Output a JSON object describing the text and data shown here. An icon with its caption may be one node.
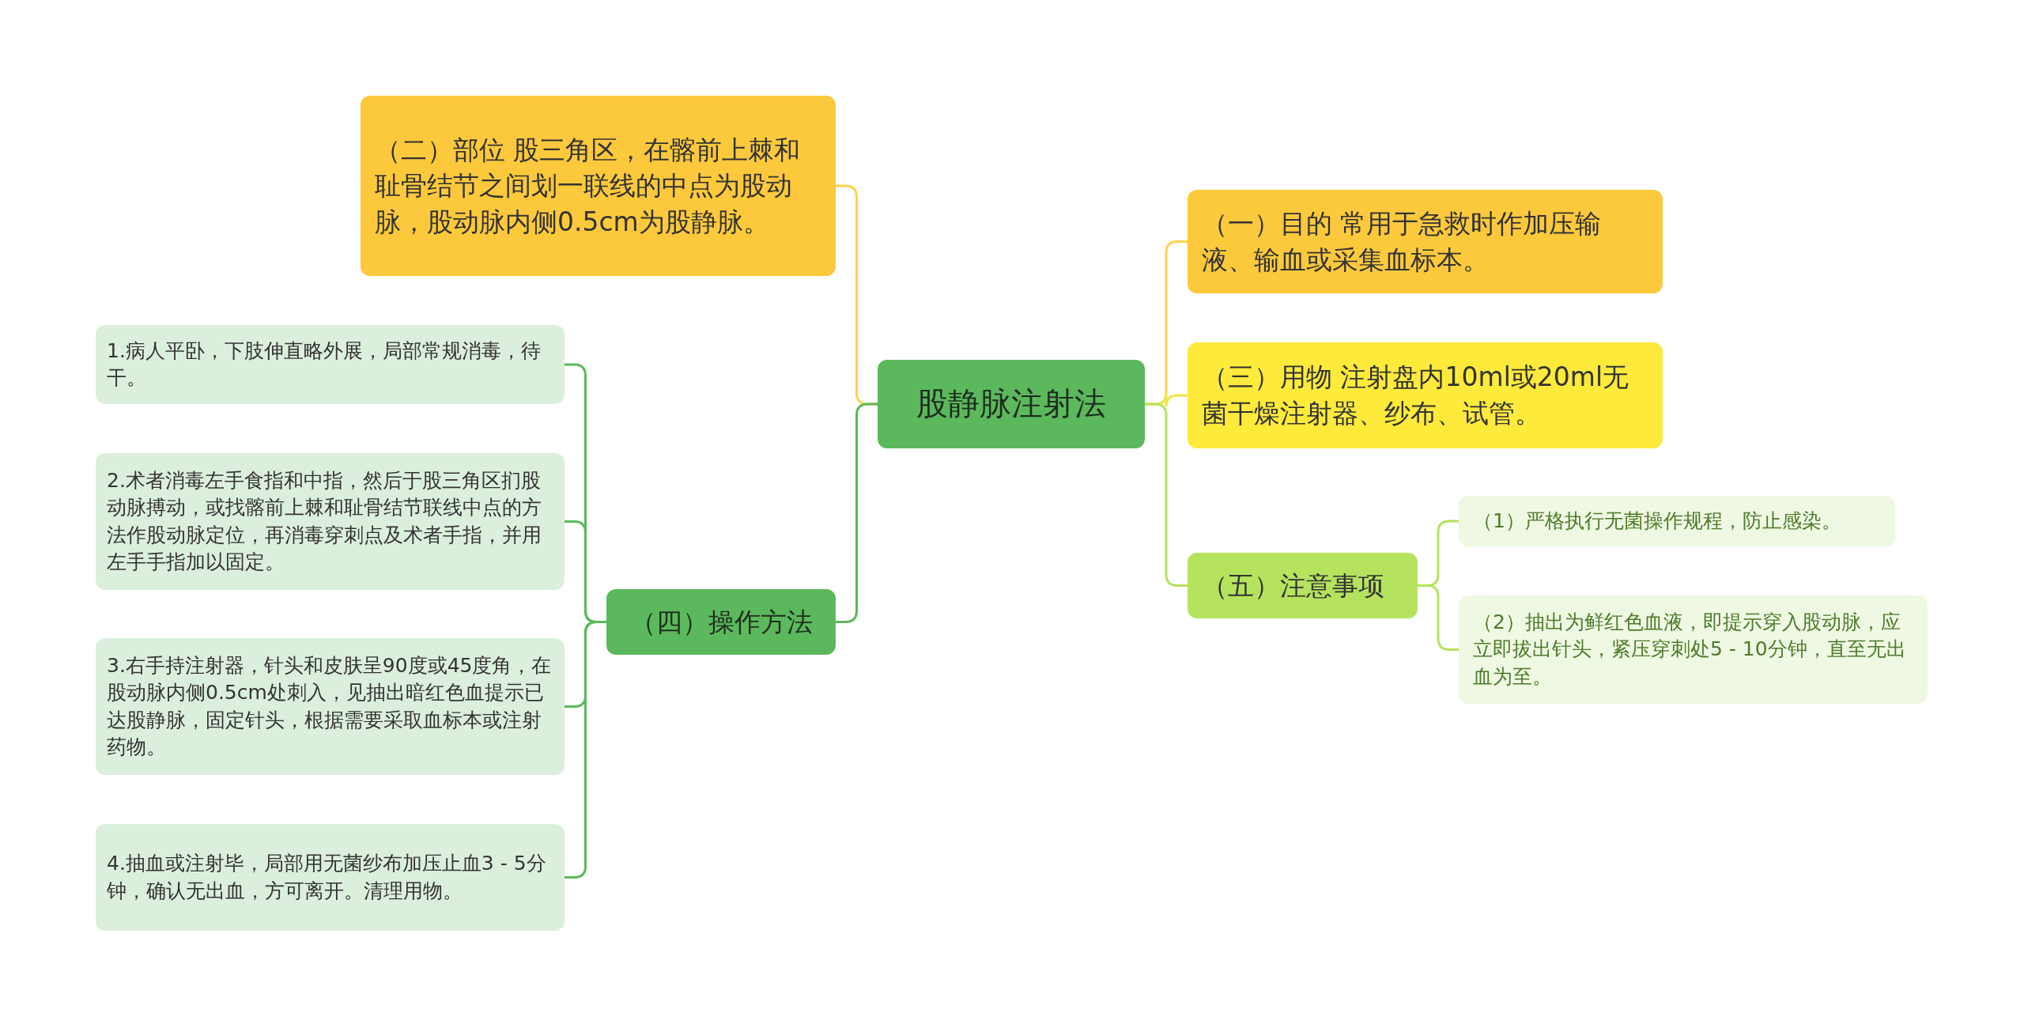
{
  "diagram": {
    "nodes": [
      {
        "text": [
          "股静脉注射法"
        ]
      },
      {
        "text": [
          "（二）部位 股三角区，在髂前上棘和耻骨结节之间划一联线的中点为股动脉，股动脉内侧0.5cm为股静脉。"
        ]
      },
      {
        "text": [
          "（四）操作方法"
        ]
      },
      {
        "text": [
          "1.病人平卧，下肢伸直略外展，局部常规消毒，待干。"
        ]
      },
      {
        "text": [
          "2.术者消毒左手食指和中指，然后于股三角区扪股动脉搏动，或找髂前上棘和耻骨结节联线中点的方法作股动脉定位，再消毒穿刺点及术者手指，并用左手手指加以固定。"
        ]
      },
      {
        "text": [
          "3.右手持注射器，针头和皮肤呈90度或45度角，在股动脉内侧0.5cm处刺入，见抽出暗红色血提示已达股静脉，固定针头，根据需要采取血标本或注射药物。"
        ]
      },
      {
        "text": [
          "4.抽血或注射毕，局部用无菌纱布加压止血3 - 5分钟，确认无出血，方可离开。清理用物。"
        ]
      },
      {
        "text": [
          "（一）目的 常用于急救时作加压输液、输血或采集血标本。"
        ]
      },
      {
        "text": [
          "（三）用物 注射盘内10ml或20ml无菌干燥注射器、纱布、试管。"
        ]
      },
      {
        "text": [
          "（五）注意事项"
        ]
      },
      {
        "text": [
          "（1）严格执行无菌操作规程，防止感染。"
        ]
      },
      {
        "text": [
          "（2）抽出为鲜红色血液，即提示穿入股动脉，应立即拔出针头，紧压穿刺处5 - 10分钟，直至无出血为至。"
        ]
      }
    ],
    "edges": [
      {
        "from": 0,
        "to": 1,
        "arrow": "none",
        "color": "#fcd34d"
      },
      {
        "from": 0,
        "to": 2,
        "arrow": "none",
        "color": "#5cb85c"
      },
      {
        "from": 2,
        "to": 3,
        "arrow": "none",
        "color": "#5cb85c"
      },
      {
        "from": 2,
        "to": 4,
        "arrow": "none",
        "color": "#5cb85c"
      },
      {
        "from": 2,
        "to": 5,
        "arrow": "none",
        "color": "#5cb85c"
      },
      {
        "from": 2,
        "to": 6,
        "arrow": "none",
        "color": "#5cb85c"
      },
      {
        "from": 0,
        "to": 7,
        "arrow": "none",
        "color": "#fcd34d"
      },
      {
        "from": 0,
        "to": 8,
        "arrow": "none",
        "color": "#f2e34a"
      },
      {
        "from": 0,
        "to": 9,
        "arrow": "none",
        "color": "#b5e35e"
      },
      {
        "from": 9,
        "to": 10,
        "arrow": "none",
        "color": "#b5e35e"
      },
      {
        "from": 9,
        "to": 11,
        "arrow": "none",
        "color": "#b5e35e"
      }
    ]
  }
}
